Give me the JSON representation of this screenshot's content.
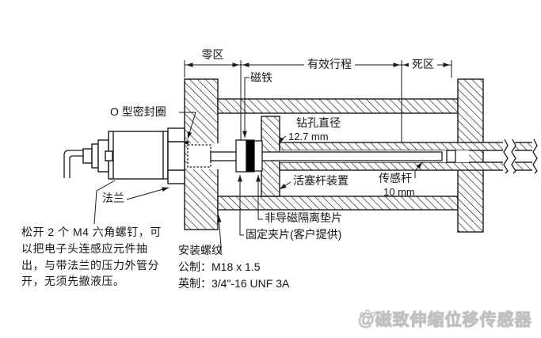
{
  "diagram": {
    "dimension_labels": {
      "zero_zone": "零区",
      "effective_stroke": "有效行程",
      "dead_zone": "死区"
    },
    "part_labels": {
      "magnet": "磁铁",
      "o_ring": "O 型密封圈",
      "bore_diameter_title": "钻孔直径",
      "bore_diameter_value": "12.7 mm",
      "piston_rod_assembly": "活塞杆装置",
      "sensor_rod": "传感杆",
      "sensor_rod_diameter": "10 mm",
      "nonmagnetic_spacer": "非导磁隔离垫片",
      "fixing_clip": "固定夹片(客户提供)",
      "flange": "法兰",
      "mounting_thread_title": "安装螺纹",
      "mounting_thread_metric": "公制：M18 x 1.5",
      "mounting_thread_imperial": "英制：3/4\"-16 UNF 3A"
    },
    "note_lines": [
      "松开 2 个 M4 六角螺钉，可",
      "以把电子头连感应元件抽",
      "出，与带法兰的压力外管分",
      "开，无须先撤液压。"
    ],
    "watermark": "@磁致伸缩位移传感器",
    "colors": {
      "line": "#1a1a1a",
      "magnet_fill": "#000000",
      "watermark": "#c0c0c0"
    }
  }
}
